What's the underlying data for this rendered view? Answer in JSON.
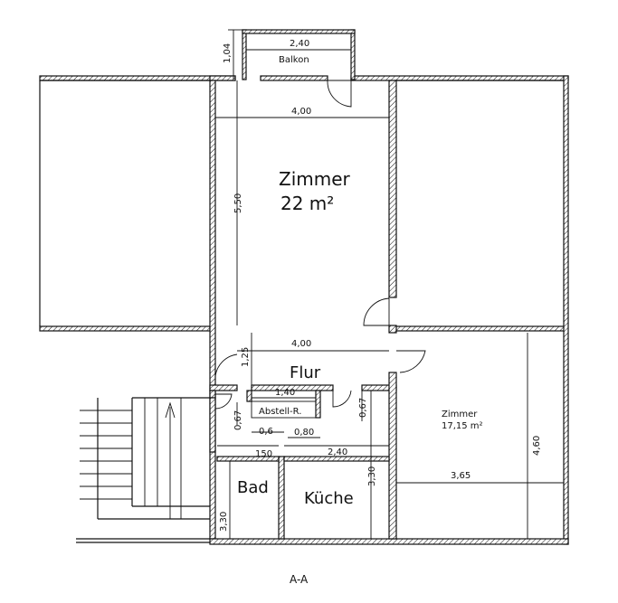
{
  "rooms": {
    "zimmer_main": {
      "name": "Zimmer",
      "area": "22  m²"
    },
    "balkon": {
      "name": "Balkon"
    },
    "flur": {
      "name": "Flur"
    },
    "abstell": {
      "name": "Abstell-R."
    },
    "zimmer_right": {
      "name": "Zimmer",
      "area": "17,15  m²"
    },
    "bad": {
      "name": "Bad"
    },
    "kueche": {
      "name": "Küche"
    }
  },
  "dimensions": {
    "balkon_width": "2,40",
    "balkon_depth": "1,04",
    "zimmer_width": "4,00",
    "zimmer_depth": "5,50",
    "flur_width": "4,00",
    "flur_depth": "1,25",
    "abstell_width": "1,40",
    "abstell_depth": "0,67",
    "door_left": "0,67",
    "gap_06": "0,6",
    "gap_080": "0,80",
    "bad_width": "150",
    "kueche_width": "2,40",
    "kueche_depth": "3,30",
    "bad_depth": "3,30",
    "zimmer_right_width": "3,65",
    "zimmer_right_depth": "4,60"
  },
  "section_label": "A-A"
}
